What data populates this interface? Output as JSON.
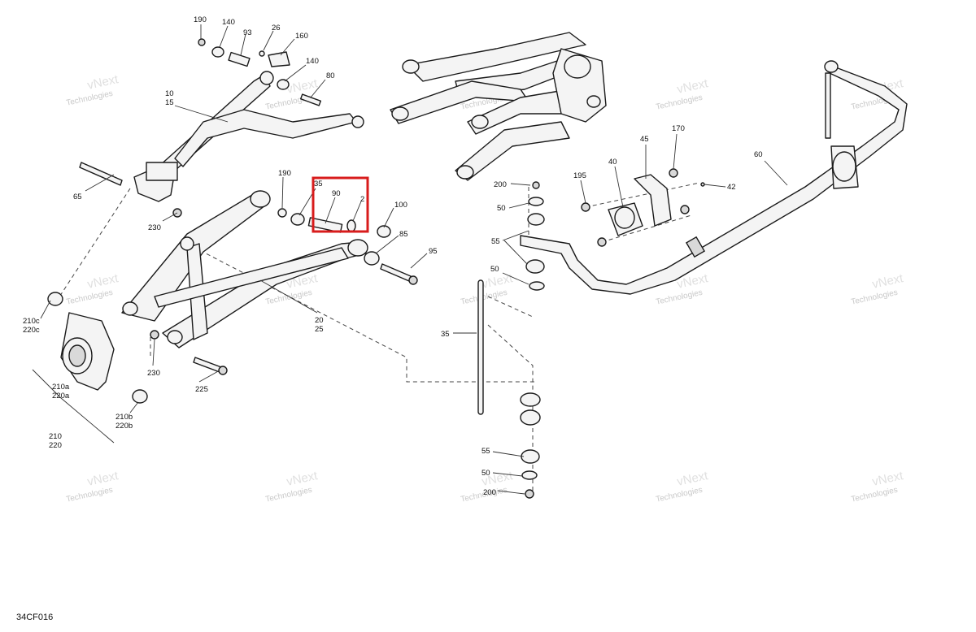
{
  "figure_code": "34CF016",
  "highlight_color": "#d81c1c",
  "watermark": {
    "line1": "vNext",
    "line2": "Technologies"
  },
  "labels": {
    "l190a": "190",
    "l140a": "140",
    "l93": "93",
    "l26": "26",
    "l160": "160",
    "l140b": "140",
    "l80": "80",
    "l10": "10",
    "l15": "15",
    "l65": "65",
    "l230a": "230",
    "l190b": "190",
    "l35a": "35",
    "l90": "90",
    "l2": "2",
    "l100": "100",
    "l85": "85",
    "l95": "95",
    "l20": "20",
    "l25": "25",
    "l230b": "230",
    "l225": "225",
    "l210c": "210c",
    "l220c": "220c",
    "l210a": "210a",
    "l220a": "220a",
    "l210b": "210b",
    "l220b": "220b",
    "l210": "210",
    "l220": "220",
    "l200a": "200",
    "l50a": "50",
    "l55a": "55",
    "l50b": "50",
    "l35b": "35",
    "l55b": "55",
    "l50c": "50",
    "l200b": "200",
    "l195": "195",
    "l40": "40",
    "l45": "45",
    "l170": "170",
    "l42": "42",
    "l60": "60"
  }
}
